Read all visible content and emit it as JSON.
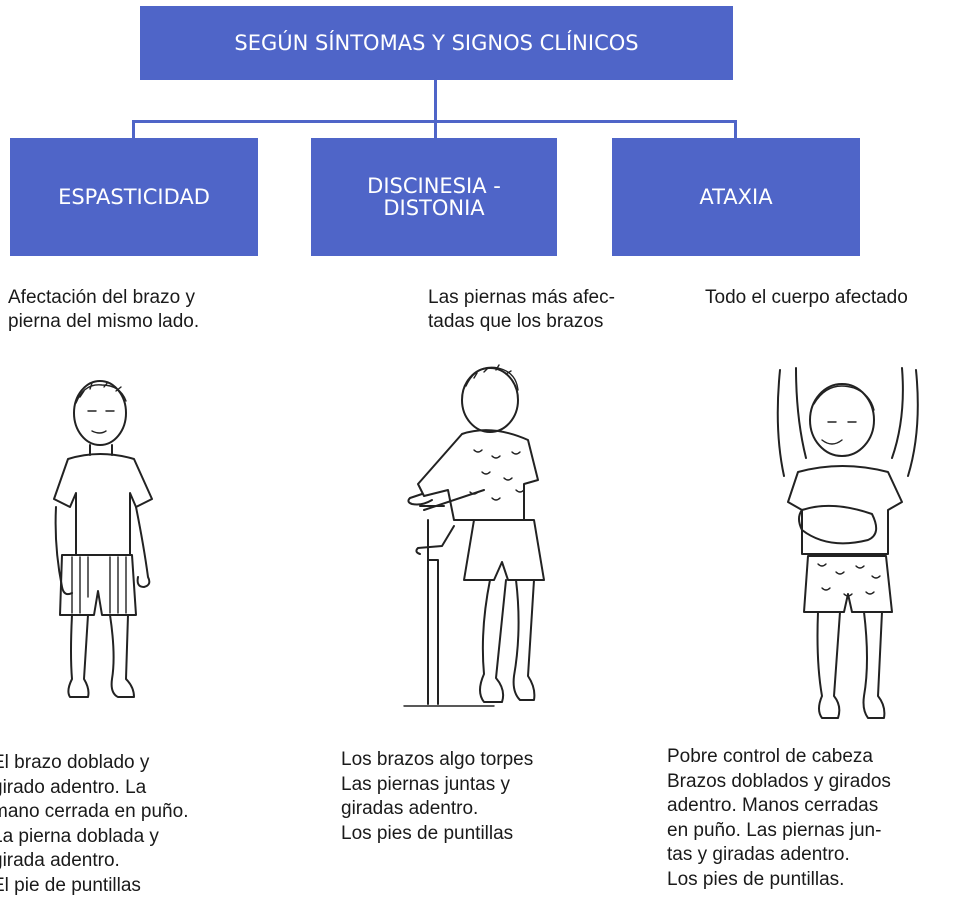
{
  "title": "SEGÚN SÍNTOMAS Y SIGNOS CLÍNICOS",
  "categories": [
    {
      "label_lines": [
        "ESPASTICIDAD"
      ],
      "top_text": [
        "Afectación del brazo y",
        "pierna del mismo lado."
      ],
      "figure_icon": "child-standing-spastic",
      "bottom_text": [
        "El brazo doblado y",
        "girado adentro. La",
        "mano cerrada en puño.",
        "La pierna doblada y",
        "girada adentro.",
        "El pie de puntillas"
      ]
    },
    {
      "label_lines": [
        "DISCINESIA -",
        "DISTONIA"
      ],
      "top_text": [
        "Las piernas más afec-",
        "tadas que los brazos"
      ],
      "figure_icon": "child-leaning-on-table",
      "bottom_text": [
        "Los brazos algo torpes",
        "Las piernas juntas y",
        "giradas adentro.",
        "Los pies de puntillas"
      ]
    },
    {
      "label_lines": [
        "ATAXIA"
      ],
      "top_text": [
        "Todo el cuerpo afectado"
      ],
      "figure_icon": "child-supported-by-adult",
      "bottom_text": [
        "Pobre control de cabeza",
        "Brazos doblados y girados",
        "adentro. Manos cerradas",
        "en puño. Las piernas jun-",
        "tas y giradas adentro.",
        "Los pies de puntillas."
      ]
    }
  ]
}
